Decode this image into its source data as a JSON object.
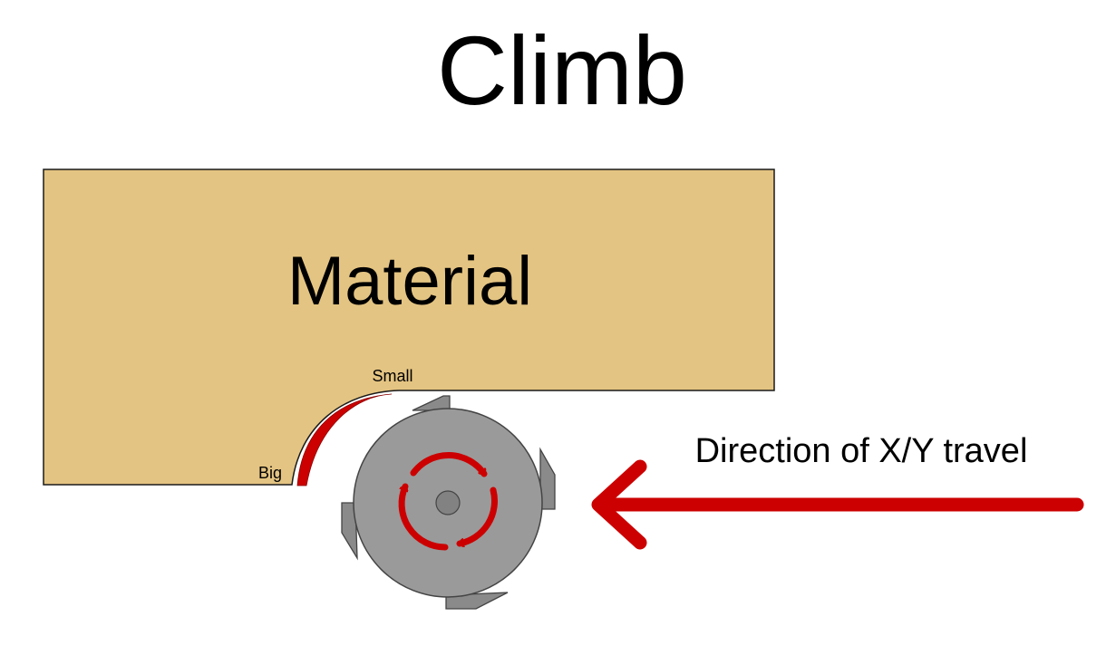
{
  "title": "Climb",
  "material_label": "Material",
  "chip_labels": {
    "small": "Small",
    "big": "Big"
  },
  "direction_label": "Direction of X/Y travel",
  "colors": {
    "material_fill": "#e4c482",
    "material_stroke": "#1a1a1a",
    "arrow": "#cc0000",
    "cutter_dark": "#888888",
    "cutter_body": "#9a9a9a",
    "hub": "#828282",
    "outline": "#444444"
  },
  "icons": {
    "cutter": "end-mill-cutter-icon",
    "rotation": "clockwise-rotation-arrows-icon",
    "travel": "left-arrow-icon"
  }
}
